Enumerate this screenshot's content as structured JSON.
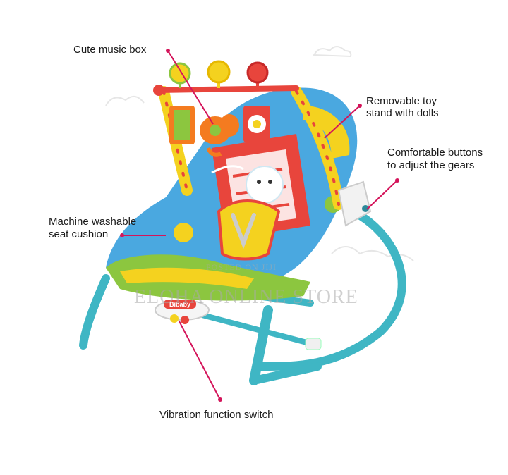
{
  "labels": {
    "music_box": "Cute music box",
    "toy_stand_line1": "Removable toy",
    "toy_stand_line2": "stand with dolls",
    "buttons_line1": "Comfortable buttons",
    "buttons_line2": "to adjust the gears",
    "cushion_line1": "Machine washable",
    "cushion_line2": "seat cushion",
    "vibration": "Vibration function switch"
  },
  "brand_tag": "Bibaby",
  "watermark": {
    "main": "ELOHA ONLINE STORE",
    "small": "POSTED ON JIJI"
  },
  "colors": {
    "frame": "#3fb6c4",
    "pointer": "#d4145a",
    "seat_blue": "#4aa8e0",
    "seat_yellow": "#f4d21f",
    "seat_red": "#e8453c",
    "seat_green": "#8cc63f"
  }
}
